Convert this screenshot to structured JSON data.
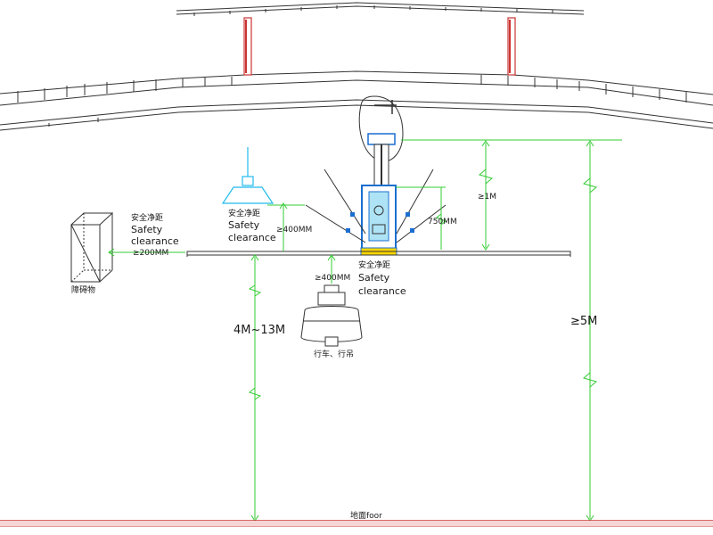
{
  "labels": {
    "obstacle_safety_cn": "安全净距",
    "obstacle_safety_en_1": "Safety",
    "obstacle_safety_en_2": "clearance",
    "obstacle_safety_value": "≥200MM",
    "obstacle_name": "障碍物",
    "lamp_safety_cn": "安全净距",
    "lamp_safety_en_1": "Safety",
    "lamp_safety_en_2": "clearance",
    "lamp_distance": "≥400MM",
    "crane_safety_cn": "安全净距",
    "crane_safety_en_1": "Safety",
    "crane_safety_en_2": "clearance",
    "crane_distance": "≥400MM",
    "crane_name": "行车、行吊",
    "mount_height": "≥1M",
    "motor_height": "750MM",
    "install_range": "4M~13M",
    "min_height": "≥5M",
    "floor": "地面foor"
  },
  "colors": {
    "dimension": "#33cc33",
    "structure": "#333333",
    "lamp": "#22bbee",
    "column": "#cc3333",
    "motor": "#1a6fd0"
  }
}
